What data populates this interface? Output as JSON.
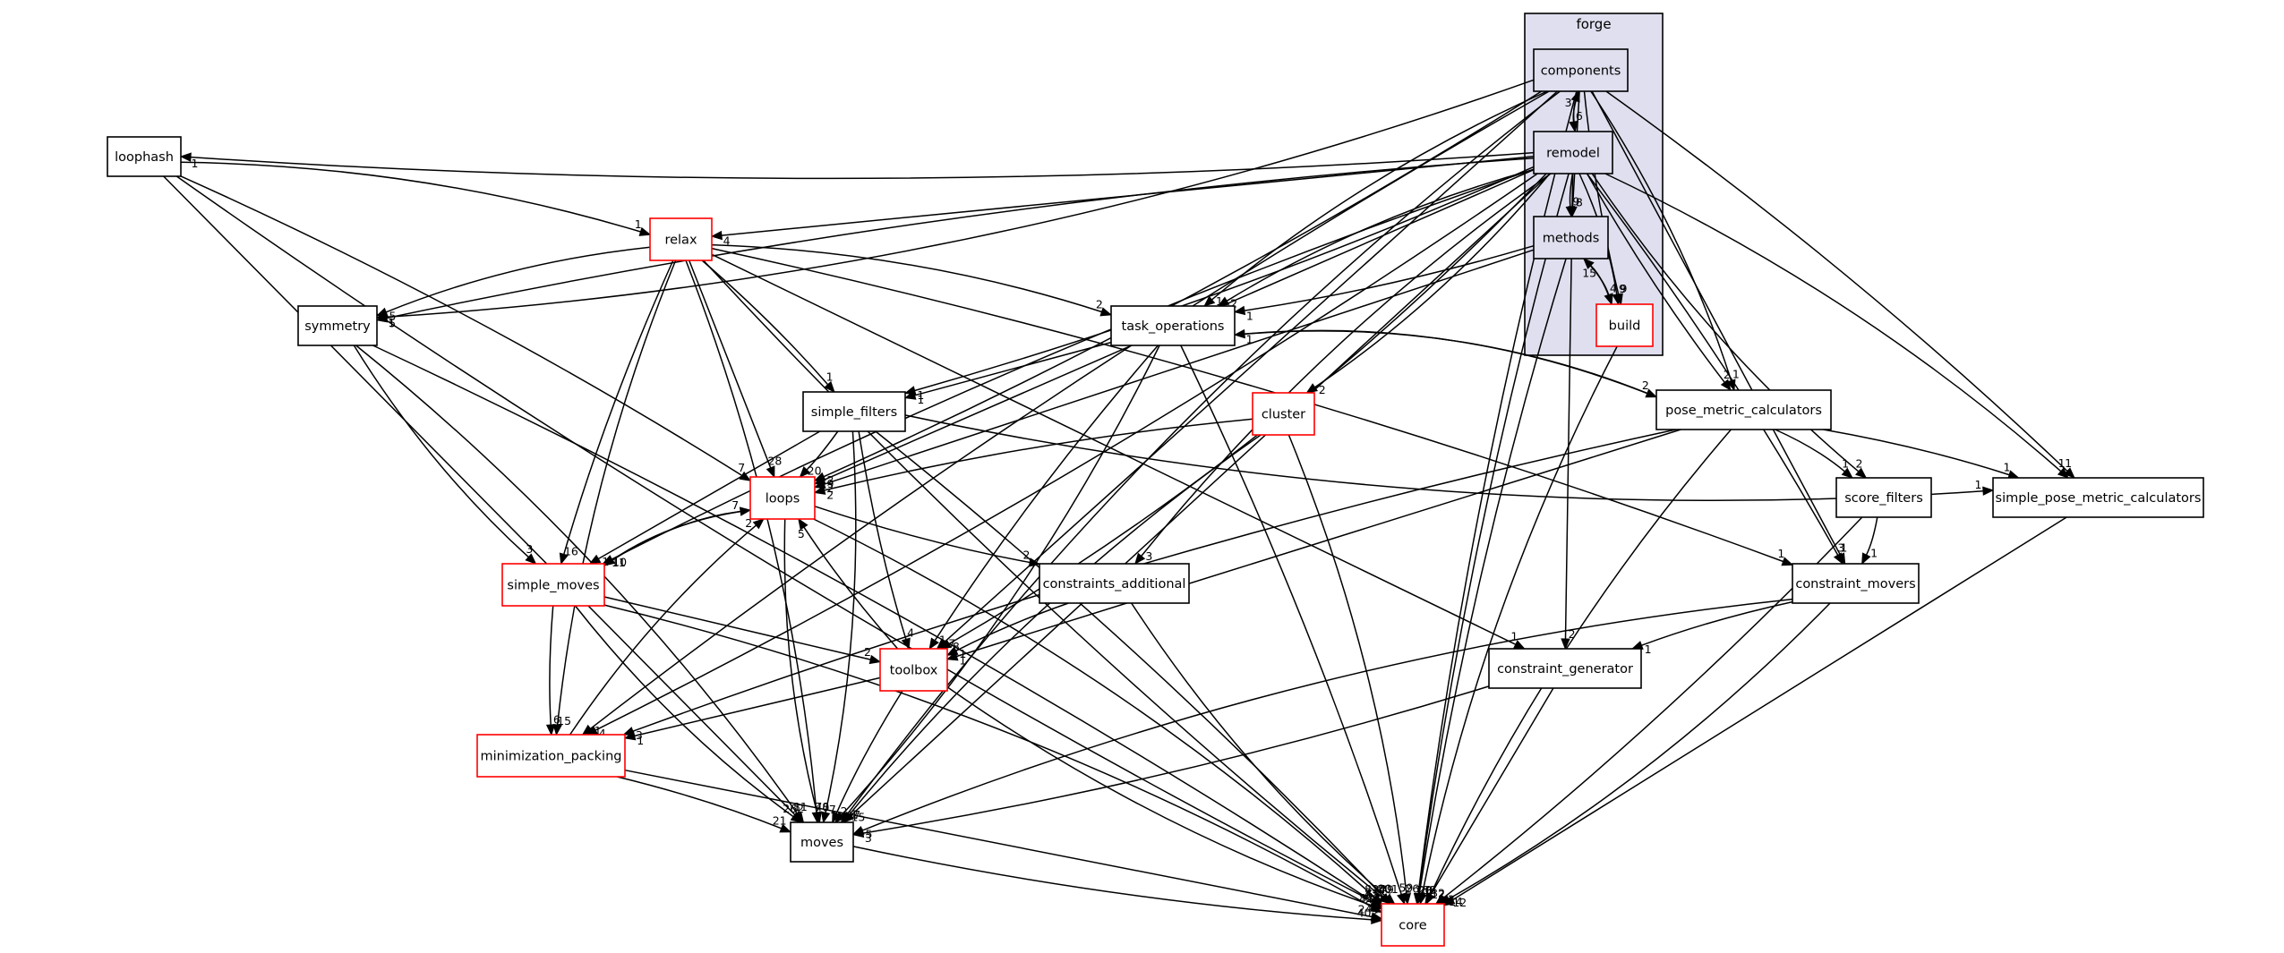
{
  "diagram": {
    "cluster": {
      "title": "forge"
    },
    "nodes": [
      {
        "id": "components",
        "label": "components",
        "border": "#000000",
        "fill": "#dfdfef"
      },
      {
        "id": "remodel",
        "label": "remodel",
        "border": "#000000",
        "fill": "#dfdfef"
      },
      {
        "id": "methods",
        "label": "methods",
        "border": "#000000",
        "fill": "#dfdfef"
      },
      {
        "id": "build",
        "label": "build",
        "border": "#ff0000",
        "fill": "#ffffff"
      },
      {
        "id": "loophash",
        "label": "loophash",
        "border": "#000000",
        "fill": "#ffffff"
      },
      {
        "id": "relax",
        "label": "relax",
        "border": "#ff0000",
        "fill": "#ffffff"
      },
      {
        "id": "symmetry",
        "label": "symmetry",
        "border": "#000000",
        "fill": "#ffffff"
      },
      {
        "id": "task_operations",
        "label": "task_operations",
        "border": "#000000",
        "fill": "#ffffff"
      },
      {
        "id": "cluster",
        "label": "cluster",
        "border": "#ff0000",
        "fill": "#ffffff"
      },
      {
        "id": "pose_metric_calculators",
        "label": "pose_metric_calculators",
        "border": "#000000",
        "fill": "#ffffff"
      },
      {
        "id": "simple_filters",
        "label": "simple_filters",
        "border": "#000000",
        "fill": "#ffffff"
      },
      {
        "id": "loops",
        "label": "loops",
        "border": "#ff0000",
        "fill": "#ffffff"
      },
      {
        "id": "score_filters",
        "label": "score_filters",
        "border": "#000000",
        "fill": "#ffffff"
      },
      {
        "id": "simple_pose_metric_calculators",
        "label": "simple_pose_metric_calculators",
        "border": "#000000",
        "fill": "#ffffff"
      },
      {
        "id": "simple_moves",
        "label": "simple_moves",
        "border": "#ff0000",
        "fill": "#ffffff"
      },
      {
        "id": "constraints_additional",
        "label": "constraints_additional",
        "border": "#000000",
        "fill": "#ffffff"
      },
      {
        "id": "constraint_movers",
        "label": "constraint_movers",
        "border": "#000000",
        "fill": "#ffffff"
      },
      {
        "id": "toolbox",
        "label": "toolbox",
        "border": "#ff0000",
        "fill": "#ffffff"
      },
      {
        "id": "constraint_generator",
        "label": "constraint_generator",
        "border": "#000000",
        "fill": "#ffffff"
      },
      {
        "id": "minimization_packing",
        "label": "minimization_packing",
        "border": "#ff0000",
        "fill": "#ffffff"
      },
      {
        "id": "moves",
        "label": "moves",
        "border": "#000000",
        "fill": "#ffffff"
      },
      {
        "id": "core",
        "label": "core",
        "border": "#ff0000",
        "fill": "#ffffff"
      }
    ],
    "edges": [
      {
        "from": "components",
        "to": "remodel",
        "label": "6"
      },
      {
        "from": "remodel",
        "to": "components",
        "label": "3"
      },
      {
        "from": "components",
        "to": "methods",
        "label": "8"
      },
      {
        "from": "components",
        "to": "build",
        "label": "9"
      },
      {
        "from": "components",
        "to": "task_operations",
        "label": "1"
      },
      {
        "from": "components",
        "to": "symmetry",
        "label": "1"
      },
      {
        "from": "components",
        "to": "loops",
        "label": "2"
      },
      {
        "from": "components",
        "to": "toolbox",
        "label": "7"
      },
      {
        "from": "components",
        "to": "minimization_packing",
        "label": "1"
      },
      {
        "from": "components",
        "to": "moves",
        "label": "2"
      },
      {
        "from": "components",
        "to": "pose_metric_calculators",
        "label": "1"
      },
      {
        "from": "components",
        "to": "simple_pose_metric_calculators",
        "label": "1"
      },
      {
        "from": "components",
        "to": "constraint_movers",
        "label": "1"
      },
      {
        "from": "components",
        "to": "core",
        "label": "20"
      },
      {
        "from": "remodel",
        "to": "methods",
        "label": "9"
      },
      {
        "from": "remodel",
        "to": "build",
        "label": "9"
      },
      {
        "from": "remodel",
        "to": "loophash",
        "label": "1"
      },
      {
        "from": "remodel",
        "to": "relax",
        "label": "4"
      },
      {
        "from": "remodel",
        "to": "symmetry",
        "label": "5"
      },
      {
        "from": "remodel",
        "to": "task_operations",
        "label": "2"
      },
      {
        "from": "remodel",
        "to": "cluster",
        "label": "2"
      },
      {
        "from": "remodel",
        "to": "simple_filters",
        "label": "1"
      },
      {
        "from": "remodel",
        "to": "loops",
        "label": "9"
      },
      {
        "from": "remodel",
        "to": "simple_moves",
        "label": "11"
      },
      {
        "from": "remodel",
        "to": "constraints_additional",
        "label": "3"
      },
      {
        "from": "remodel",
        "to": "toolbox",
        "label": "8"
      },
      {
        "from": "remodel",
        "to": "minimization_packing",
        "label": "4"
      },
      {
        "from": "remodel",
        "to": "moves",
        "label": "15"
      },
      {
        "from": "remodel",
        "to": "pose_metric_calculators",
        "label": "2"
      },
      {
        "from": "remodel",
        "to": "score_filters",
        "label": "2"
      },
      {
        "from": "remodel",
        "to": "simple_pose_metric_calculators",
        "label": "1"
      },
      {
        "from": "remodel",
        "to": "constraint_movers",
        "label": "3"
      },
      {
        "from": "remodel",
        "to": "constraint_generator",
        "label": "2"
      },
      {
        "from": "remodel",
        "to": "core",
        "label": "168"
      },
      {
        "from": "methods",
        "to": "build",
        "label": "4"
      },
      {
        "from": "build",
        "to": "methods",
        "label": "15"
      },
      {
        "from": "methods",
        "to": "task_operations",
        "label": "1"
      },
      {
        "from": "methods",
        "to": "loops",
        "label": "2"
      },
      {
        "from": "methods",
        "to": "core",
        "label": "26"
      },
      {
        "from": "build",
        "to": "core",
        "label": "8"
      },
      {
        "from": "loophash",
        "to": "relax",
        "label": "1"
      },
      {
        "from": "loophash",
        "to": "loops",
        "label": "7"
      },
      {
        "from": "loophash",
        "to": "moves",
        "label": "5"
      },
      {
        "from": "loophash",
        "to": "core",
        "label": "42"
      },
      {
        "from": "relax",
        "to": "symmetry",
        "label": "5"
      },
      {
        "from": "relax",
        "to": "task_operations",
        "label": "2"
      },
      {
        "from": "relax",
        "to": "simple_filters",
        "label": "1"
      },
      {
        "from": "relax",
        "to": "loops",
        "label": "28"
      },
      {
        "from": "relax",
        "to": "simple_moves",
        "label": "16"
      },
      {
        "from": "relax",
        "to": "minimization_packing",
        "label": "15"
      },
      {
        "from": "relax",
        "to": "moves",
        "label": "40"
      },
      {
        "from": "relax",
        "to": "constraint_movers",
        "label": "1"
      },
      {
        "from": "relax",
        "to": "constraint_generator",
        "label": "1"
      },
      {
        "from": "relax",
        "to": "core",
        "label": "279"
      },
      {
        "from": "symmetry",
        "to": "simple_moves",
        "label": "3"
      },
      {
        "from": "symmetry",
        "to": "moves",
        "label": "11"
      },
      {
        "from": "symmetry",
        "to": "core",
        "label": "65"
      },
      {
        "from": "task_operations",
        "to": "simple_filters",
        "label": "1"
      },
      {
        "from": "task_operations",
        "to": "toolbox",
        "label": "1"
      },
      {
        "from": "task_operations",
        "to": "pose_metric_calculators",
        "label": "2"
      },
      {
        "from": "task_operations",
        "to": "moves",
        "label": "9"
      },
      {
        "from": "task_operations",
        "to": "core",
        "label": "59"
      },
      {
        "from": "pose_metric_calculators",
        "to": "task_operations",
        "label": "1"
      },
      {
        "from": "cluster",
        "to": "loops",
        "label": "2"
      },
      {
        "from": "cluster",
        "to": "moves",
        "label": "7"
      },
      {
        "from": "cluster",
        "to": "core",
        "label": "26"
      },
      {
        "from": "simple_filters",
        "to": "loops",
        "label": "20"
      },
      {
        "from": "simple_filters",
        "to": "simple_moves",
        "label": "1"
      },
      {
        "from": "simple_filters",
        "to": "toolbox",
        "label": "4"
      },
      {
        "from": "simple_filters",
        "to": "simple_pose_metric_calculators",
        "label": "1"
      },
      {
        "from": "simple_filters",
        "to": "moves",
        "label": "7"
      },
      {
        "from": "simple_filters",
        "to": "core",
        "label": "80"
      },
      {
        "from": "loops",
        "to": "simple_moves",
        "label": "10"
      },
      {
        "from": "loops",
        "to": "constraints_additional",
        "label": "2"
      },
      {
        "from": "loops",
        "to": "moves",
        "label": "78"
      },
      {
        "from": "loops",
        "to": "core",
        "label": "834"
      },
      {
        "from": "simple_moves",
        "to": "loops",
        "label": "7"
      },
      {
        "from": "simple_moves",
        "to": "toolbox",
        "label": "2"
      },
      {
        "from": "simple_moves",
        "to": "minimization_packing",
        "label": "6"
      },
      {
        "from": "simple_moves",
        "to": "moves",
        "label": "262"
      },
      {
        "from": "simple_moves",
        "to": "core",
        "label": "888"
      },
      {
        "from": "toolbox",
        "to": "loops",
        "label": "5"
      },
      {
        "from": "toolbox",
        "to": "minimization_packing",
        "label": "1"
      },
      {
        "from": "toolbox",
        "to": "moves",
        "label": "2"
      },
      {
        "from": "toolbox",
        "to": "core",
        "label": "822"
      },
      {
        "from": "minimization_packing",
        "to": "loops",
        "label": "2"
      },
      {
        "from": "minimization_packing",
        "to": "moves",
        "label": "21"
      },
      {
        "from": "minimization_packing",
        "to": "core",
        "label": "244"
      },
      {
        "from": "constraints_additional",
        "to": "toolbox",
        "label": "1"
      },
      {
        "from": "constraints_additional",
        "to": "core",
        "label": "101"
      },
      {
        "from": "pose_metric_calculators",
        "to": "score_filters",
        "label": "1"
      },
      {
        "from": "pose_metric_calculators",
        "to": "simple_pose_metric_calculators",
        "label": "1"
      },
      {
        "from": "pose_metric_calculators",
        "to": "toolbox",
        "label": "1"
      },
      {
        "from": "pose_metric_calculators",
        "to": "minimization_packing",
        "label": "3"
      },
      {
        "from": "pose_metric_calculators",
        "to": "core",
        "label": "32"
      },
      {
        "from": "score_filters",
        "to": "constraint_movers",
        "label": "1"
      },
      {
        "from": "score_filters",
        "to": "core",
        "label": "3"
      },
      {
        "from": "simple_pose_metric_calculators",
        "to": "core",
        "label": "12"
      },
      {
        "from": "constraint_movers",
        "to": "constraint_generator",
        "label": "1"
      },
      {
        "from": "constraint_movers",
        "to": "moves",
        "label": "5"
      },
      {
        "from": "constraint_movers",
        "to": "core",
        "label": "14"
      },
      {
        "from": "constraint_generator",
        "to": "moves",
        "label": "3"
      },
      {
        "from": "constraint_generator",
        "to": "core",
        "label": "12"
      },
      {
        "from": "moves",
        "to": "core",
        "label": "402"
      }
    ]
  }
}
